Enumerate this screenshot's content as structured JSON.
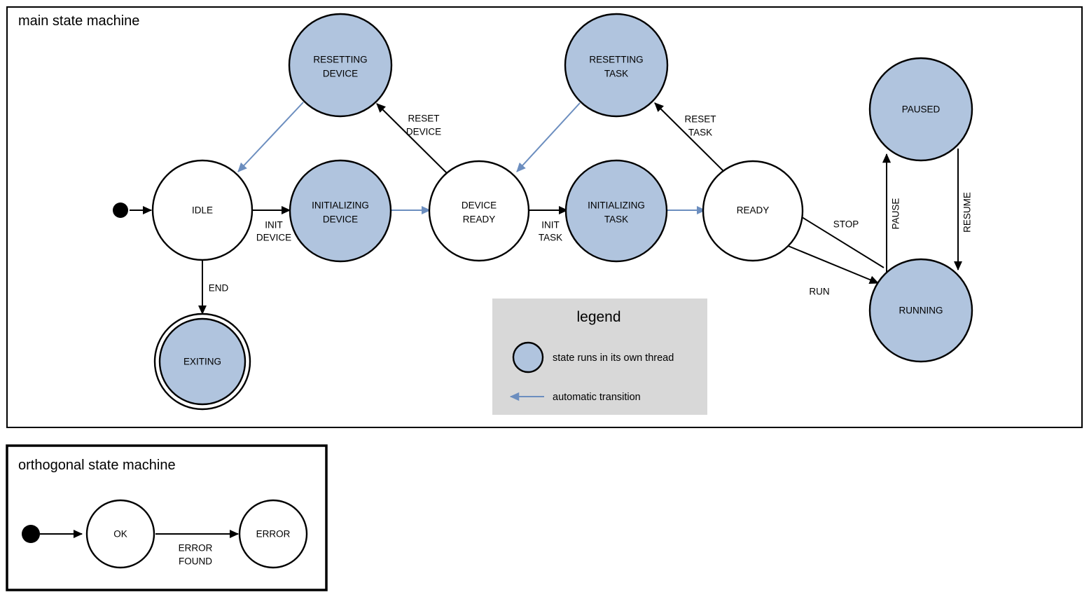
{
  "colors": {
    "thread_state_fill": "#b0c4de",
    "plain_state_fill": "#ffffff",
    "stroke": "#000000",
    "auto_transition": "#6c8ebf",
    "legend_background": "#d8d8d8",
    "page_background": "#ffffff"
  },
  "main_frame": {
    "title": "main state machine"
  },
  "orthogonal_frame": {
    "title": "orthogonal state machine"
  },
  "main_states": [
    {
      "id": "idle",
      "label_line1": "IDLE",
      "label_line2": "",
      "thread": false,
      "final": false
    },
    {
      "id": "resetting-device",
      "label_line1": "RESETTING",
      "label_line2": "DEVICE",
      "thread": true,
      "final": false
    },
    {
      "id": "initializing-device",
      "label_line1": "INITIALIZING",
      "label_line2": "DEVICE",
      "thread": true,
      "final": false
    },
    {
      "id": "device-ready",
      "label_line1": "DEVICE",
      "label_line2": "READY",
      "thread": false,
      "final": false
    },
    {
      "id": "resetting-task",
      "label_line1": "RESETTING",
      "label_line2": "TASK",
      "thread": true,
      "final": false
    },
    {
      "id": "initializing-task",
      "label_line1": "INITIALIZING",
      "label_line2": "TASK",
      "thread": true,
      "final": false
    },
    {
      "id": "ready",
      "label_line1": "READY",
      "label_line2": "",
      "thread": false,
      "final": false
    },
    {
      "id": "paused",
      "label_line1": "PAUSED",
      "label_line2": "",
      "thread": true,
      "final": false
    },
    {
      "id": "running",
      "label_line1": "RUNNING",
      "label_line2": "",
      "thread": true,
      "final": false
    },
    {
      "id": "exiting",
      "label_line1": "EXITING",
      "label_line2": "",
      "thread": true,
      "final": true
    }
  ],
  "main_transitions": [
    {
      "id": "start-idle",
      "label_line1": "",
      "label_line2": "",
      "automatic": false
    },
    {
      "id": "idle-initializing-device",
      "label_line1": "INIT",
      "label_line2": "DEVICE",
      "automatic": false
    },
    {
      "id": "idle-exiting",
      "label_line1": "END",
      "label_line2": "",
      "automatic": false
    },
    {
      "id": "resetting-device-idle",
      "label_line1": "",
      "label_line2": "",
      "automatic": true
    },
    {
      "id": "initializing-device-device-ready",
      "label_line1": "",
      "label_line2": "",
      "automatic": true
    },
    {
      "id": "device-ready-resetting-device",
      "label_line1": "RESET",
      "label_line2": "DEVICE",
      "automatic": false
    },
    {
      "id": "device-ready-initializing-task",
      "label_line1": "INIT",
      "label_line2": "TASK",
      "automatic": false
    },
    {
      "id": "resetting-task-device-ready",
      "label_line1": "",
      "label_line2": "",
      "automatic": true
    },
    {
      "id": "initializing-task-ready",
      "label_line1": "",
      "label_line2": "",
      "automatic": true
    },
    {
      "id": "ready-resetting-task",
      "label_line1": "RESET",
      "label_line2": "TASK",
      "automatic": false
    },
    {
      "id": "ready-running",
      "label_line1": "RUN",
      "label_line2": "",
      "automatic": false
    },
    {
      "id": "running-ready",
      "label_line1": "STOP",
      "label_line2": "",
      "automatic": false
    },
    {
      "id": "running-paused",
      "label_line1": "PAUSE",
      "label_line2": "",
      "automatic": false
    },
    {
      "id": "paused-running",
      "label_line1": "RESUME",
      "label_line2": "",
      "automatic": false
    }
  ],
  "orthogonal_states": [
    {
      "id": "ok",
      "label_line1": "OK",
      "thread": false
    },
    {
      "id": "error",
      "label_line1": "ERROR",
      "thread": false
    }
  ],
  "orthogonal_transitions": [
    {
      "id": "start-ok",
      "label_line1": "",
      "label_line2": "",
      "automatic": false
    },
    {
      "id": "ok-error",
      "label_line1": "ERROR",
      "label_line2": "FOUND",
      "automatic": false
    }
  ],
  "legend": {
    "title": "legend",
    "entries": [
      {
        "id": "thread-state",
        "symbol": "blue-circle-icon",
        "text": "state runs in its own thread"
      },
      {
        "id": "automatic-transition",
        "symbol": "blue-arrow-icon",
        "text": "automatic transition"
      }
    ]
  }
}
